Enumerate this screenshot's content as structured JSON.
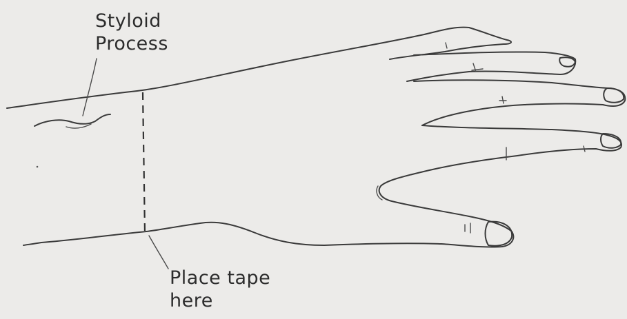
{
  "labels": {
    "styloid_line1": "Styloid",
    "styloid_line2": "Process",
    "tape_line1": "Place tape",
    "tape_line2": "here"
  }
}
